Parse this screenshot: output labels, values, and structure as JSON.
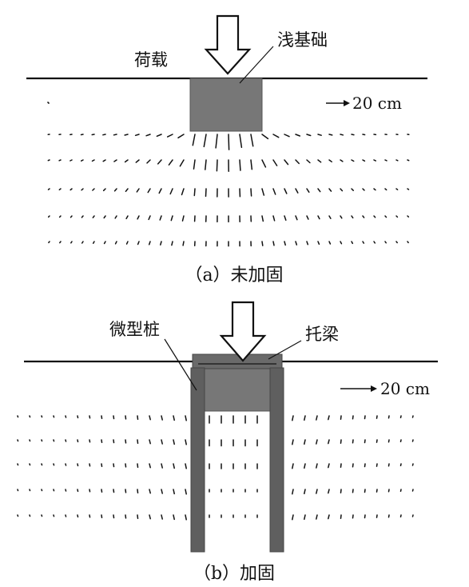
{
  "panel_a": {
    "label_load": "荷载",
    "label_foundation": "浅基础",
    "scale_text": "20 cm",
    "caption": "（a）未加固"
  },
  "panel_b": {
    "label_micropile": "微型桩",
    "label_beam": "托梁",
    "scale_text": "20 cm",
    "caption": "（b）加固"
  },
  "colors": {
    "line": "#111111",
    "foundation": "#777777",
    "foundation_edge": "#555555",
    "pile": "#5f5f5f",
    "beam": "#6a6a6a",
    "arrow": "#111111"
  }
}
